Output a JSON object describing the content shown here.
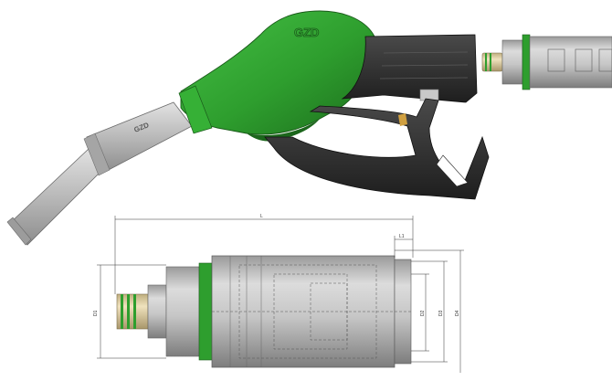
{
  "brand": {
    "logo_text": "GZD",
    "color": "#2e9e2e"
  },
  "colors": {
    "green": "#2e9e2e",
    "green_dark": "#1f7a1f",
    "handle": "#3a3a3a",
    "handle_dark": "#1f1f1f",
    "spout": "#b8b8b8",
    "coupling": "#c8c8c8",
    "brass": "#d9c79a"
  },
  "dimensions": {
    "length": "L",
    "length_1": "L1",
    "diameter_1": "D1",
    "diameter_2": "D2",
    "diameter_3": "D3",
    "diameter_4": "D4"
  }
}
